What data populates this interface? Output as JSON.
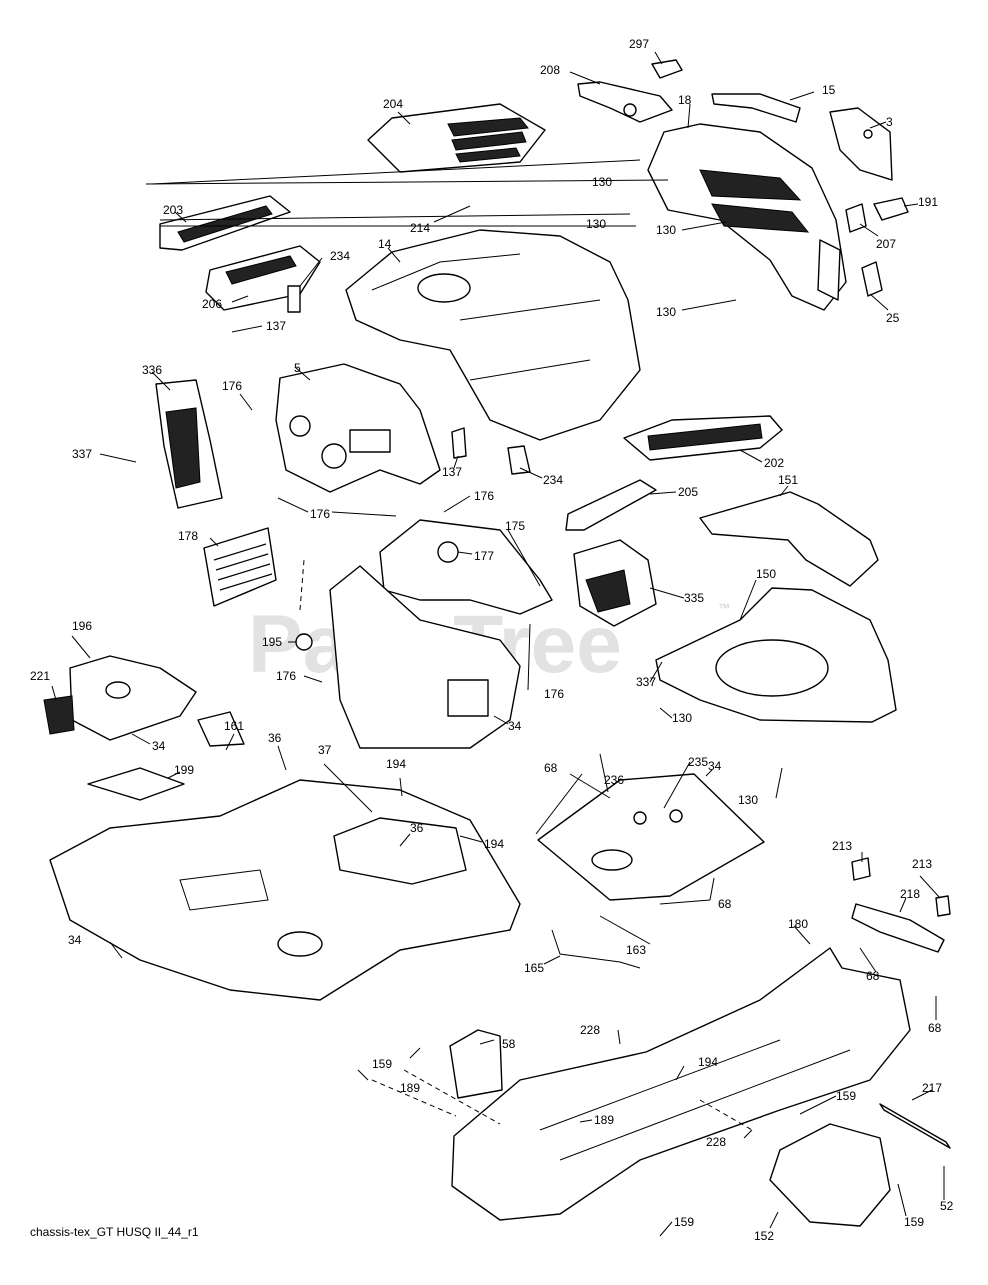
{
  "diagram": {
    "watermark": "PartsTree",
    "watermark_tm": "™",
    "footer_caption": "chassis-tex_GT HUSQ II_44_r1",
    "callouts": [
      "297",
      "208",
      "18",
      "15",
      "3",
      "204",
      "130",
      "191",
      "207",
      "203",
      "214",
      "14",
      "234",
      "206",
      "25",
      "137",
      "336",
      "176",
      "5",
      "337",
      "202",
      "205",
      "151",
      "178",
      "175",
      "177",
      "150",
      "335",
      "195",
      "196",
      "221",
      "161",
      "36",
      "37",
      "194",
      "235",
      "34",
      "68",
      "236",
      "199",
      "213",
      "218",
      "180",
      "165",
      "163",
      "228",
      "58",
      "159",
      "189",
      "217",
      "52",
      "152"
    ]
  }
}
